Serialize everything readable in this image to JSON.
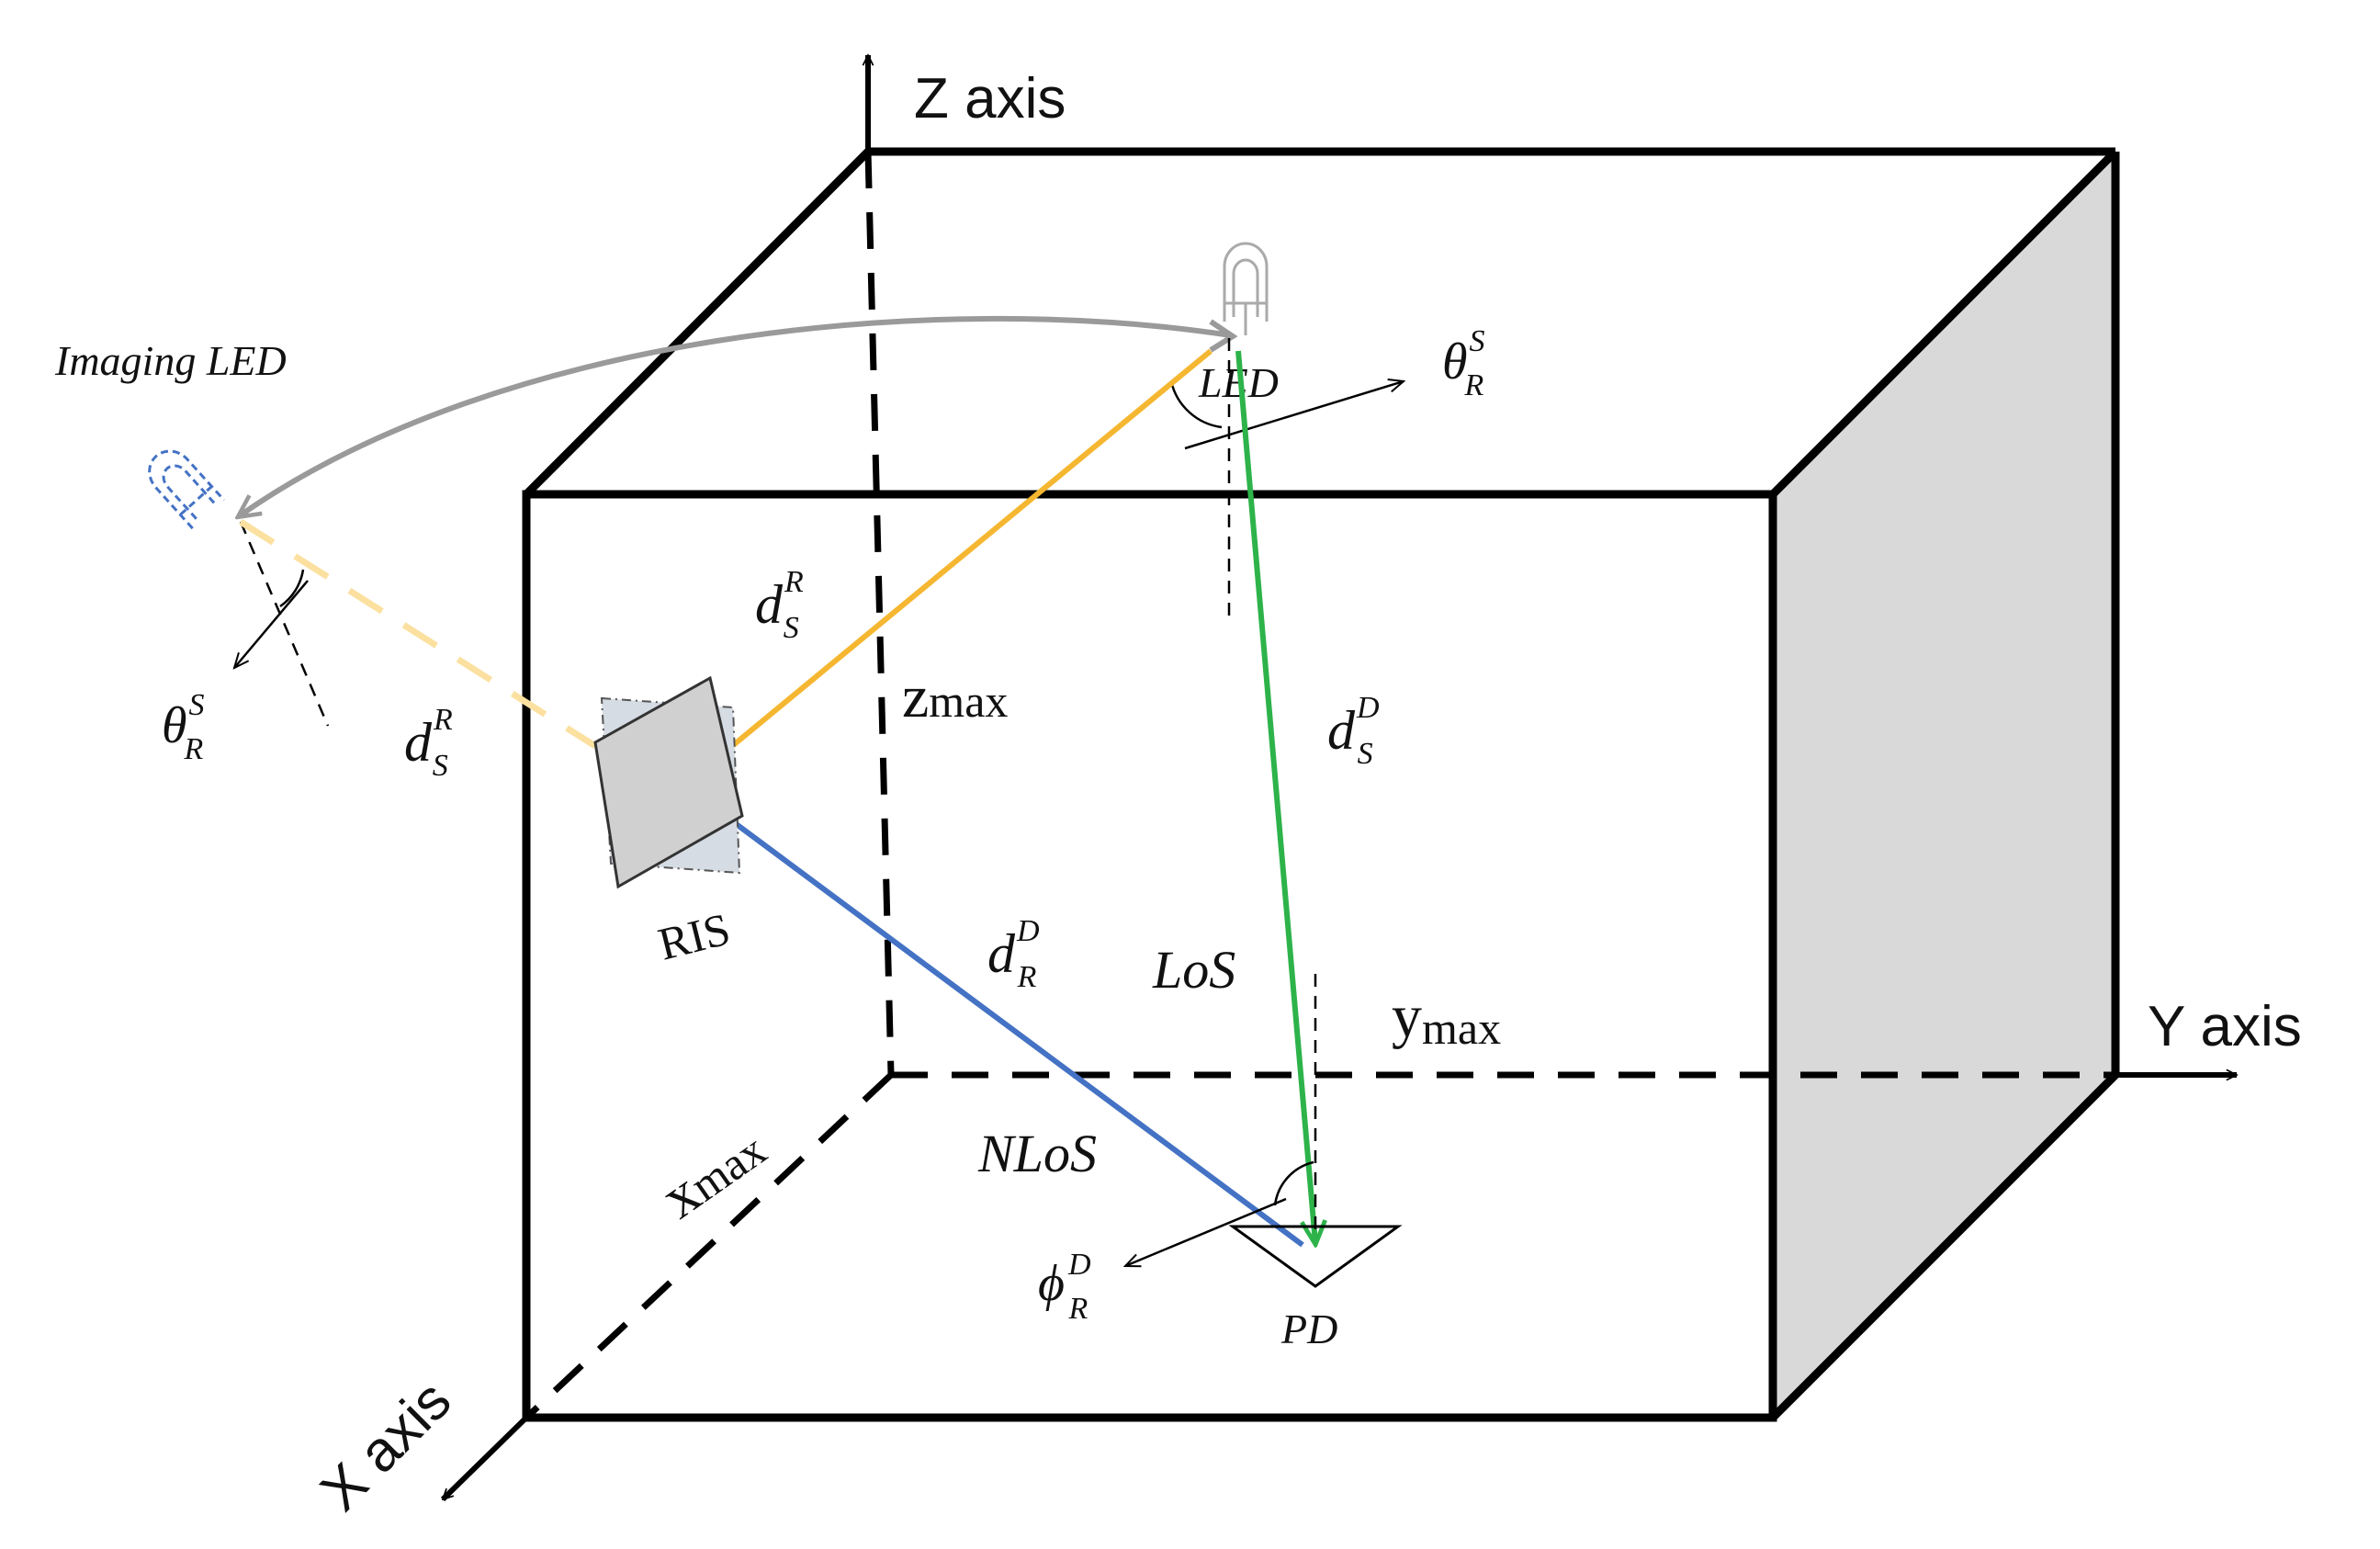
{
  "axes": {
    "z_label": "Z axis",
    "y_label": "Y axis",
    "x_label": "X axis"
  },
  "dimensions": {
    "z_max_base": "z",
    "z_max_sub": "max",
    "y_max_base": "y",
    "y_max_sub": "max",
    "x_max_base": "x",
    "x_max_sub": "max"
  },
  "labels": {
    "imaging_led": "Imaging LED",
    "led": "LED",
    "ris": "RIS",
    "pd": "PD",
    "los": "LoS",
    "nlos": "NLoS"
  },
  "symbols": {
    "theta": "θ",
    "phi": "ϕ",
    "d": "d",
    "sup_S": "S",
    "sup_R": "R",
    "sup_D": "D",
    "sub_R": "R",
    "sub_S": "S"
  },
  "colors": {
    "ray_led_to_ris": "#f5b731",
    "ray_image_to_ris": "#fbe0a0",
    "ray_ris_to_pd": "#4472c4",
    "ray_led_to_pd": "#2db34a",
    "arc_arrow": "#9a9a9a",
    "side_face": "#d9d9d9",
    "ris_panel": "#d0d0d0",
    "image_led_outline": "#4472c4"
  }
}
